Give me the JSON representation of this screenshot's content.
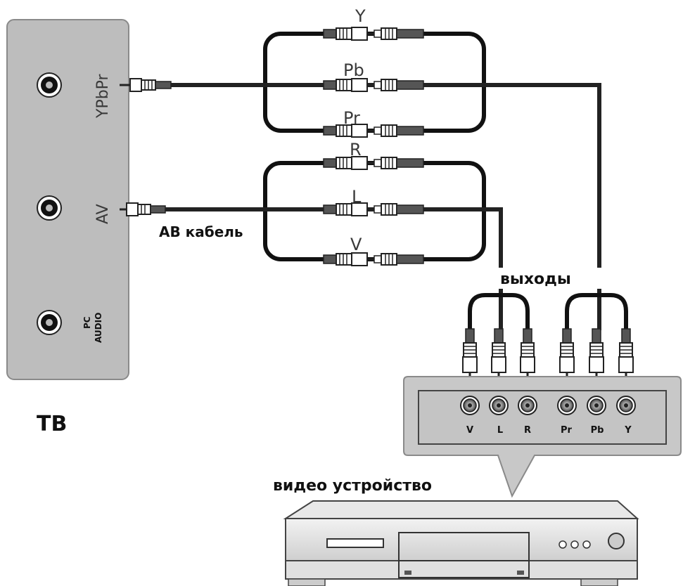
{
  "tv": {
    "label": "ТВ",
    "ports": {
      "ypbpr": "YPbPr",
      "av": "AV",
      "pc_audio_line1": "PC",
      "pc_audio_line2": "AUDIO"
    }
  },
  "cables": {
    "component_labels": [
      "Y",
      "Pb",
      "Pr"
    ],
    "av_labels": [
      "R",
      "L",
      "V"
    ],
    "av_cable_label": "АВ кабель"
  },
  "device": {
    "outputs_label": "выходы",
    "caption": "видео устройство",
    "jacks": [
      "V",
      "L",
      "R",
      "Pr",
      "Pb",
      "Y"
    ]
  }
}
